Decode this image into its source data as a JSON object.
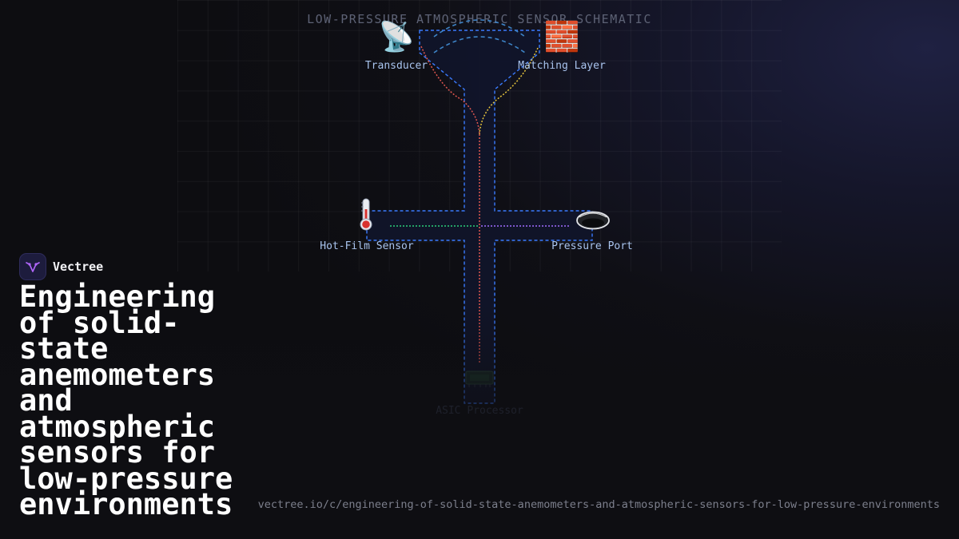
{
  "diagram": {
    "title": "LOW-PRESSURE ATMOSPHERIC SENSOR SCHEMATIC",
    "nodes": {
      "transducer": {
        "label": "Transducer",
        "icon": "satellite-dish-icon",
        "glyph": "📡"
      },
      "matching_layer": {
        "label": "Matching Layer",
        "icon": "brick-wall-icon",
        "glyph": "🧱"
      },
      "hot_film_sensor": {
        "label": "Hot-Film Sensor",
        "icon": "thermometer-icon",
        "glyph": "🌡️"
      },
      "pressure_port": {
        "label": "Pressure Port",
        "icon": "port-disc-icon"
      },
      "asic_processor": {
        "label": "ASIC Processor",
        "icon": "chip-icon"
      }
    },
    "colors": {
      "outline": "#3a7bff",
      "channel_fill": "#10152a",
      "trace_red": "#e0564f",
      "trace_yellow": "#e7c53c",
      "trace_green": "#2bd27b",
      "trace_purple": "#a06cff",
      "arc_cyan": "#3d83c6"
    }
  },
  "brand": {
    "name": "Vectree",
    "logo_icon": "vectree-logo-icon",
    "accent": "#b267ff"
  },
  "headline": "Engineering of solid-state anemometers and atmospheric sensors for low-pressure environments",
  "url": "vectree.io/c/engineering-of-solid-state-anemometers-and-atmospheric-sensors-for-low-pressure-environments"
}
